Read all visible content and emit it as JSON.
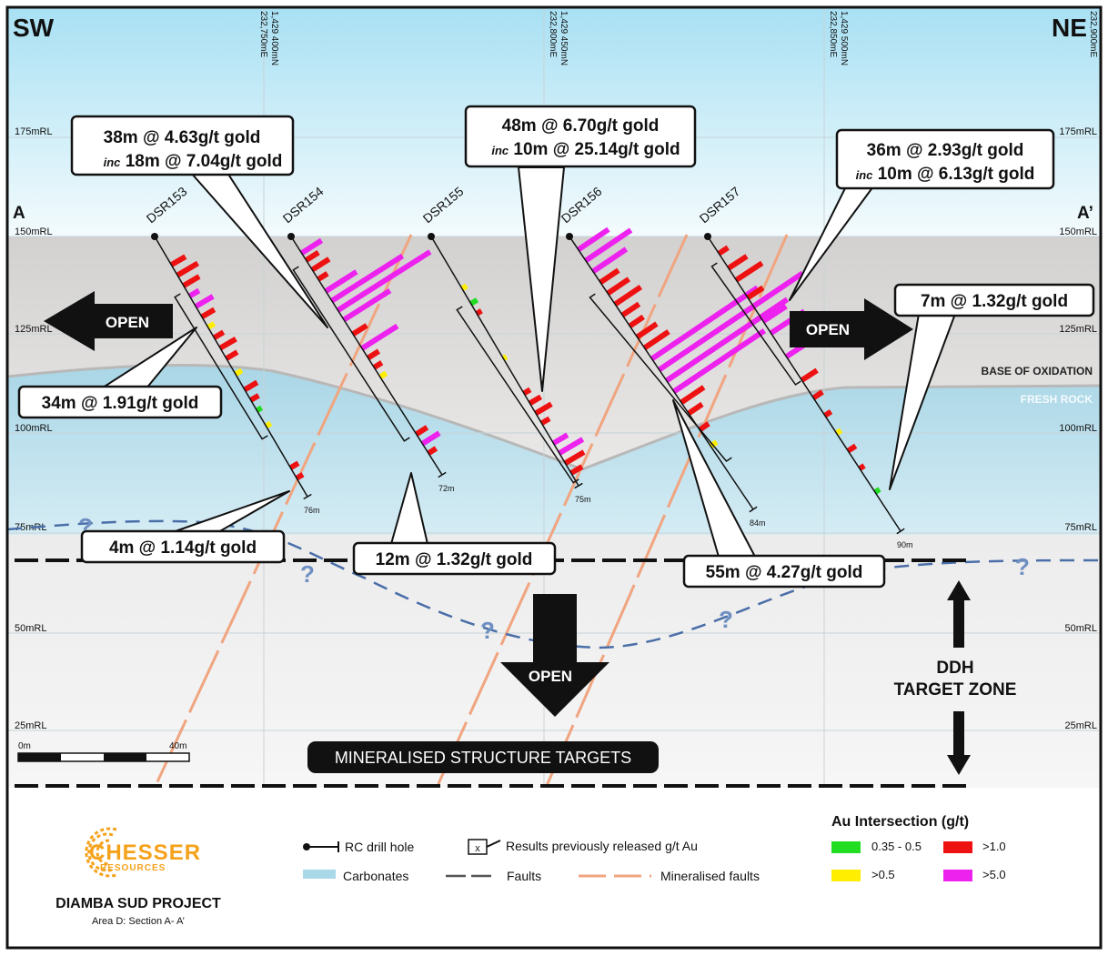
{
  "sections": {
    "left_dir": "SW",
    "right_dir": "NE",
    "left_section": "A",
    "right_section": "A’"
  },
  "grid_lines": [
    {
      "line1": "1,429 400mN",
      "line2": "232,750mE"
    },
    {
      "line1": "1,429 450mN",
      "line2": "232,800mE"
    },
    {
      "line1": "1,429 500mN",
      "line2": "232,850mE"
    },
    {
      "line1": "",
      "line2": "232,900mE"
    }
  ],
  "rl_labels": [
    "175mRL",
    "150mRL",
    "125mRL",
    "100mRL",
    "75mRL",
    "50mRL",
    "25mRL"
  ],
  "drill_holes": [
    {
      "name": "DSR153",
      "depth": "76m"
    },
    {
      "name": "DSR154",
      "depth": "72m"
    },
    {
      "name": "DSR155",
      "depth": "75m"
    },
    {
      "name": "DSR156",
      "depth": "84m"
    },
    {
      "name": "DSR157",
      "depth": "90m"
    }
  ],
  "callouts": {
    "c1": {
      "line1": "38m @ 4.63g/t gold",
      "inc": "inc",
      "line2": "18m @ 7.04g/t gold"
    },
    "c2": {
      "line1": "48m @ 6.70g/t gold",
      "inc": "inc",
      "line2": "10m @ 25.14g/t gold"
    },
    "c3": {
      "line1": "36m @ 2.93g/t gold",
      "inc": "inc",
      "line2": "10m @ 6.13g/t gold"
    },
    "c4": {
      "line1": "7m @ 1.32g/t gold"
    },
    "c5": {
      "line1": "34m @ 1.91g/t gold"
    },
    "c6": {
      "line1": "4m @ 1.14g/t gold"
    },
    "c7": {
      "line1": "12m @ 1.32g/t gold"
    },
    "c8": {
      "line1": "55m @ 4.27g/t gold"
    }
  },
  "labels": {
    "open": "OPEN",
    "base_of_oxidation": "BASE OF OXIDATION",
    "fresh_rock": "FRESH ROCK",
    "ddh_line1": "DDH",
    "ddh_line2": "TARGET ZONE",
    "mineralised_targets": "MINERALISED STRUCTURE TARGETS",
    "question": "?"
  },
  "scale_bar": {
    "start": "0m",
    "end": "40m"
  },
  "legend": {
    "rc_drill_hole": "RC drill hole",
    "results_prev_box": "x",
    "results_prev": "Results previously released g/t Au",
    "carbonates": "Carbonates",
    "faults": "Faults",
    "mineralised_faults": "Mineralised faults",
    "au_title": "Au Intersection (g/t)",
    "items": [
      {
        "label": "0.35 - 0.5",
        "color": "#22dd22"
      },
      {
        "label": ">1.0",
        "color": "#ee1111"
      },
      {
        "label": ">0.5",
        "color": "#ffee00"
      },
      {
        "label": ">5.0",
        "color": "#ee22ee"
      }
    ]
  },
  "logo": {
    "name": "CHESSER",
    "sub": "RESOURCES",
    "project": "DIAMBA SUD PROJECT",
    "section": "Area D: Section A- A’"
  },
  "colors": {
    "sky": "#b4e4f4",
    "oxide": "#d8d7d6",
    "fresh": "#9fd2e3",
    "deep": "#e6e6e6",
    "fault_orange": "#f0a580",
    "blue_fault": "#4a6ea8",
    "logo_orange": "#f5a21b"
  }
}
